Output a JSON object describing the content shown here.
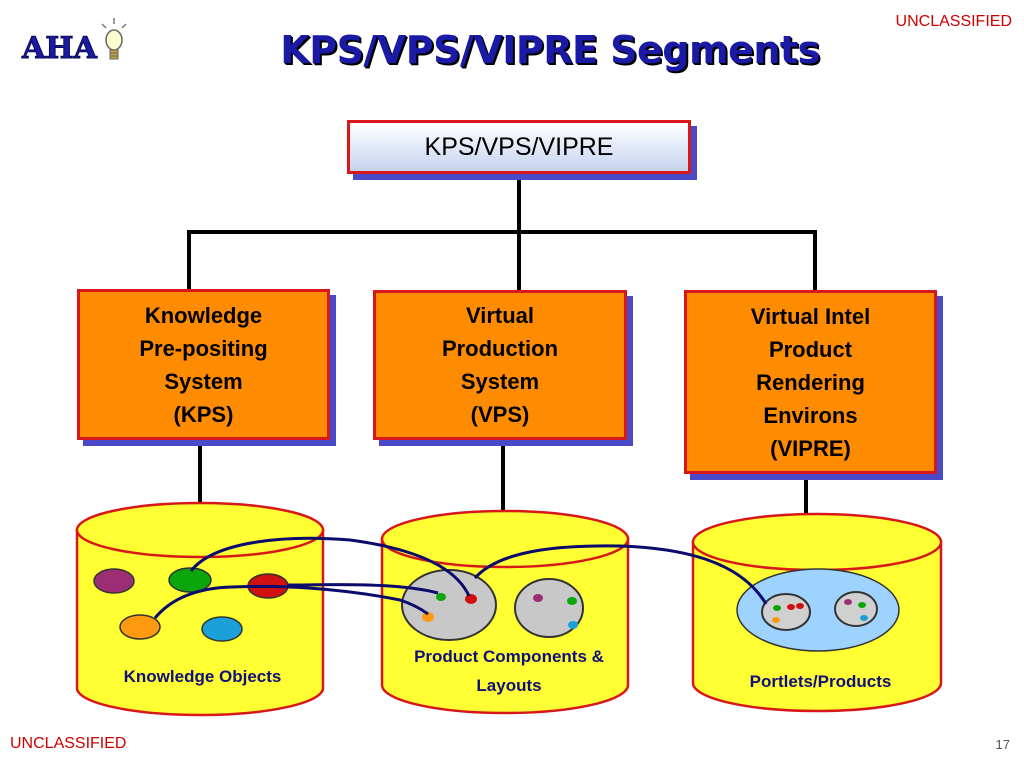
{
  "slide": {
    "title": "KPS/VPS/VIPRE Segments",
    "classification_top": "UNCLASSIFIED",
    "classification_bottom": "UNCLASSIFIED",
    "slide_number": "17",
    "logo_text": "AHA"
  },
  "diagram": {
    "root": "KPS/VPS/VIPRE",
    "segments": [
      {
        "id": "kps",
        "lines": [
          "Knowledge",
          "Pre-positing",
          "System",
          "(KPS)"
        ]
      },
      {
        "id": "vps",
        "lines": [
          "Virtual",
          "Production",
          "System",
          "(VPS)"
        ]
      },
      {
        "id": "vipre",
        "lines": [
          "Virtual Intel",
          "Product",
          "Rendering",
          "Environs",
          "(VIPRE)"
        ]
      }
    ],
    "stores": [
      {
        "id": "knowledge-objects",
        "label": "Knowledge Objects"
      },
      {
        "id": "product-components",
        "label": "Product Components & Layouts"
      },
      {
        "id": "portlets-products",
        "label": "Portlets/Products"
      }
    ]
  },
  "colors": {
    "title": "#1a1aa6",
    "segment_fill": "#ff8c00",
    "border_red": "#d81818",
    "shadow_blue": "#4a4ac8",
    "cylinder_fill": "#ffff33",
    "connector": "#0b0b6e",
    "classification": "#cc0000"
  }
}
